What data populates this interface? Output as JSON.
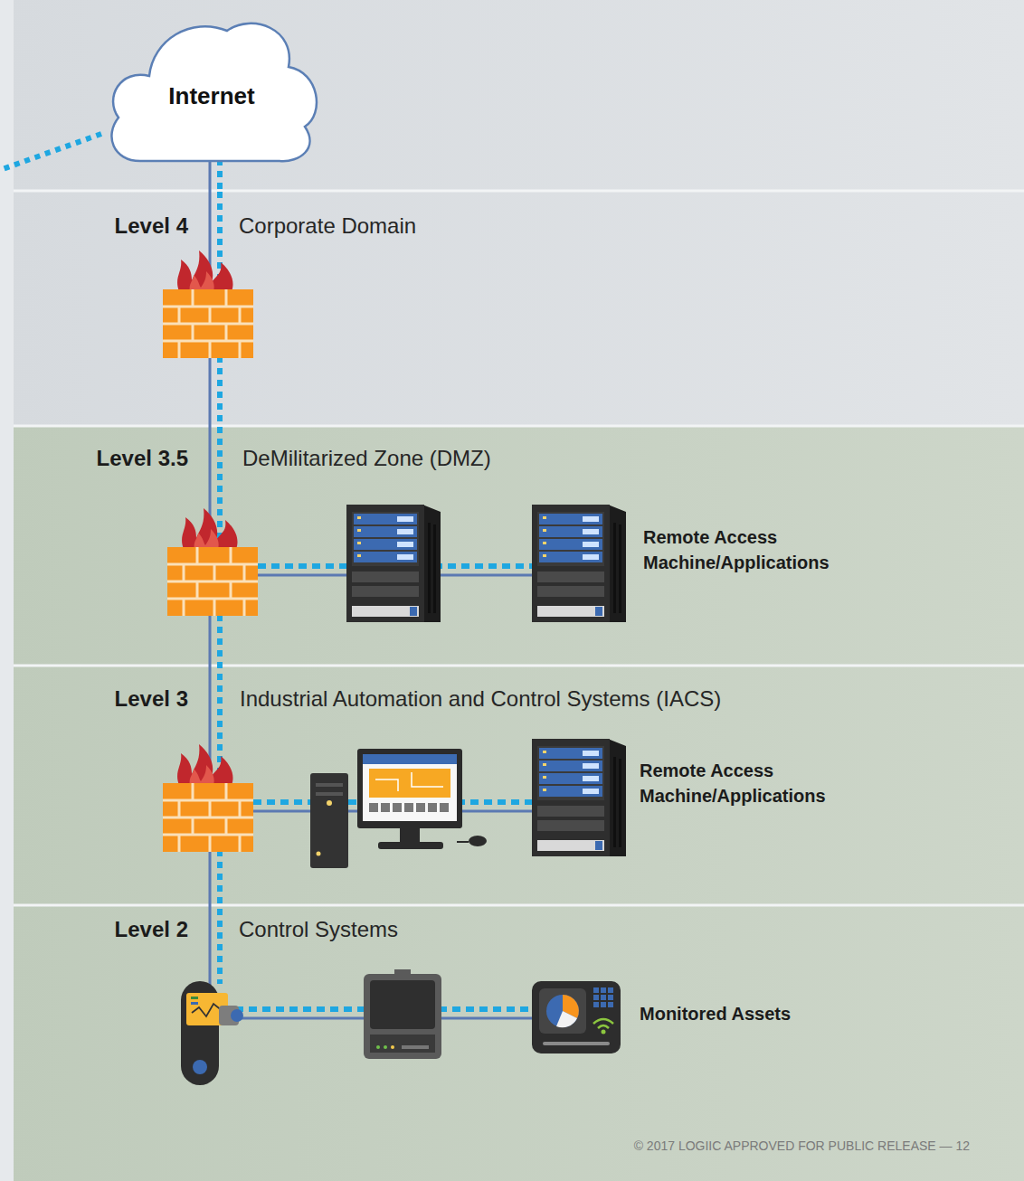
{
  "diagram": {
    "nodes": [
      {
        "text": [
          "Internet"
        ]
      },
      {
        "text": [
          "Level 4",
          "Corporate Domain"
        ]
      },
      {
        "text": [
          "Level 3.5",
          "DeMilitarized Zone (DMZ)"
        ]
      },
      {
        "text": [
          "Level 3",
          "Industrial Automation and Control Systems (IACS)"
        ]
      },
      {
        "text": [
          "Level 2",
          "Control Systems"
        ]
      }
    ],
    "edges": [
      {
        "from": 0,
        "to": 1,
        "arrow": "none"
      }
    ],
    "labels": [
      "Remote Access Machine/Applications",
      "Remote Access Machine/Applications",
      "Monitored Assets",
      "© 2017 LOGIIC APPROVED FOR PUBLIC RELEASE — 12"
    ]
  }
}
